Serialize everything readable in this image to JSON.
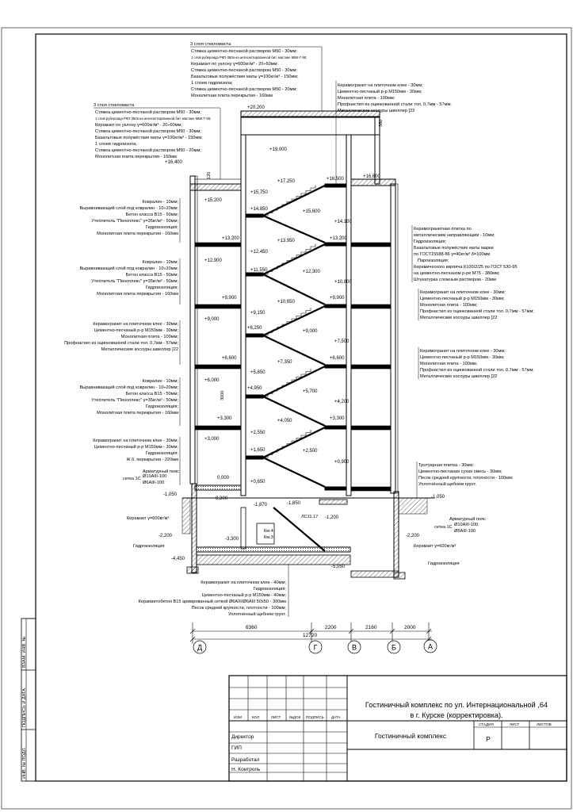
{
  "notes": {
    "roof_high": {
      "title": "3 слоя стекломаста",
      "lines": [
        "Стяжка цементно-песчаной раствором М50 - 30мм;",
        "1 слой рубероида РКП-350а на антисептированной бит. мастике МБК-Г-55;",
        "Керамзит по уклону γ=600кг/м³ - 20÷60мм;",
        "Стяжка цементно-песчаной раствором М50 - 30мм;",
        "Базальтовые полужёсткие маты γ=100кг/м³ - 150мм;",
        "1 слоев гидроизола;",
        "Стяжка цементно-песчаной раствором М50 - 20мм;",
        "Монолитная плита перекрытия - 160мм"
      ]
    },
    "roof_low": {
      "title": "3 слоя стекломаста",
      "lines": [
        "Стяжка цементно-песчаной раствором М50 - 30мм;",
        "1 слой рубероида РКП-350а на антисептированной бит. мастике МБК-Г-55;",
        "Керамзит по уклону γ=600кг/м³ - 20÷60мм;",
        "Стяжка цементно-песчаной раствором М50 - 30мм;",
        "Базальтовые полужёсткие маты γ=100кг/м³ - 150мм;",
        "1 слоев гидроизола;",
        "Стяжка цементно-песчаной раствором М50 - 20мм;",
        "Монолитная плита перекрытия - 160мм"
      ]
    },
    "stair_top": [
      "Керамогранит на плиточном клее - 30мм;",
      "Цементно-песчаный р-р М150мм - 30мм;",
      "Монолитная плита - 100мм;",
      "Профнастил из оцинкованной стали тол. 0,7мм - 57мм;",
      "Металлические косоуры швеллер [22"
    ],
    "floor_a": [
      "Ковралин - 10мм;",
      "Выравнивающий слой под ковралин - 10÷20мм;",
      "Бетон класса В15 - 50мм;",
      "Утеплитель \"Пеноплекс\" γ=35кг/м³ - 50мм;",
      "Гидроизоляция;",
      "Монолитная плита перекрытия - 160мм"
    ],
    "floor_b": [
      "Ковралин - 10мм;",
      "Выравнивающий слой под ковралин - 10÷20мм;",
      "Бетон класса В15 - 50мм;",
      "Утеплитель \"Пеноплекс\" γ=35кг/м³ - 50мм;",
      "Гидроизоляция;",
      "Монолитная плита перекрытия - 160мм"
    ],
    "stair_left": [
      "Керамогранит на плиточном клее - 30мм;",
      "Цементно-песчаный р-р М150мм - 30мм;",
      "Монолитная плита - 100мм;",
      "Профнастил из оцинкованной стали тол. 0,7мм - 57мм;",
      "Металлические косоуры швеллер [22"
    ],
    "floor_c": [
      "Ковралин - 10мм;",
      "Выравнивающий слой под ковралин - 10÷20мм;",
      "Бетон класса В15 - 50мм;",
      "Утеплитель \"Пеноплекс\" γ=35кг/м³ - 50мм;",
      "Гидроизоляция;",
      "Монолитная плита перекрытия - 160мм"
    ],
    "floor_ground": [
      "Керамогранит на плиточном клее - 30мм;",
      "Цементно-песчаный р-р М150мм - 30мм;",
      "Гидроизоляция;",
      "Ж.б. перекрытия - 220мм"
    ],
    "wall": [
      "Керамогранитная плитка по",
      "металлическим направляющим - 10мм;",
      "Гидроизоляция;",
      "Базальтовые полужёсткие маты марки",
      "по ГОСТ15588-86 γ=40кг/м³ δ=100мм",
      "Пароизоляция;",
      "Керамического кирпича К100/2/25 по ГОСТ 530-95",
      "на цементно-песчаном р-ре М75 - 380мм;",
      "Штукатурка сложным раствором - 20мм"
    ],
    "stair_right_1": [
      "Керамогранит на плиточном клее - 30мм;",
      "Цементно-песчаный р-р М150мм - 30мм;",
      "Монолитная плита - 100мм;",
      "Профнастил из оцинкованной стали тол. 0,7мм - 57мм;",
      "Металлические косоуры швеллер [22"
    ],
    "stair_right_2": [
      "Керамогранит на плиточном клее - 30мм;",
      "Цементно-песчаный р-р М150мм - 30мм;",
      "Монолитная плита - 100мм;",
      "Профнастил из оцинкованной стали тол. 0,7мм - 57мм;",
      "Металлические косоуры швеллер [22"
    ],
    "pavement": [
      "Тротуарная плитка - 30мм;",
      "Цементно-песчаная сухая смесь - 30мм;",
      "Песок средней крупности, плотности - 100мм;",
      "Уплотнённый щебнем грунт."
    ],
    "basement_floor": [
      "Керамогранит на плиточном клее - 40мм;",
      "Гидроизоляция;",
      "Цементно-песчаный р-р М150мм - 40мм;",
      "Керамзитобетон В15 армированный сеткой Ø6AIII/Ø6AIII 50х50 - 300мм",
      "Песок средней крупности, плотности - 100мм;",
      "Уплотнённый щебнем грунт."
    ],
    "armature_left": {
      "title": "Арматурный пояс",
      "label": "сетка 1С",
      "d1": "Ø10AIII-100",
      "d2": "Ø6AIII-100"
    },
    "armature_right": {
      "title": "Арматурный пояс",
      "label": "сетка 1С",
      "d1": "Ø10AIII-100",
      "d2": "Ø6AIII-100"
    },
    "keramzit_left": "Керамзит γ=600кг/м³",
    "keramzit_right": "Керамзит γ=600кг/м³",
    "hydro_left": "Гидроизоляция",
    "hydro_right": "Гидроизоляция",
    "km": [
      "Км.4",
      "Км.3"
    ],
    "ls": "ЛС11.17",
    "dim_3000": "3000",
    "dim_120": "120",
    "dim_380": "380"
  },
  "elevations": {
    "e1": "+20,200",
    "e2": "+19,000",
    "e3": "+16,400",
    "e4": "+17,250",
    "e5": "+16,500",
    "e6": "+16,600",
    "e7": "+15,750",
    "e8": "+15,200",
    "e9": "+14,850",
    "e10": "+15,600",
    "e11": "+14,100",
    "e12": "+13,200",
    "e13": "+13,950",
    "e14": "+13,200",
    "e15": "+12,450",
    "e16": "+12,900",
    "e17": "+11,550",
    "e18": "+12,300",
    "e19": "+10,800",
    "e20": "+10,650",
    "e21": "+9,900",
    "e22": "+9,900",
    "e23": "+9,150",
    "e24": "+9,000",
    "e25": "+8,250",
    "e26": "+9,000",
    "e27": "+7,500",
    "e28": "+7,350",
    "e29": "+6,600",
    "e30": "+6,600",
    "e31": "+5,850",
    "e32": "+6,000",
    "e33": "+4,950",
    "e34": "+5,700",
    "e35": "+4,200",
    "e36": "+4,050",
    "e37": "+3,300",
    "e38": "+3,300",
    "e39": "+2,550",
    "e40": "+3,000",
    "e41": "+1,650",
    "e42": "+2,500",
    "e43": "+0,900",
    "e44": "+0,650",
    "e45": "0,000",
    "e46": "-0,300",
    "e47": "-1,050",
    "e48": "-1,050",
    "e49": "-1,870",
    "e50": "-1,850",
    "e51": "-1,200",
    "e52": "-2,200",
    "e53": "-2,200",
    "e54": "-3,300",
    "e55": "-4,450",
    "e56": "-5,050"
  },
  "dimensions": {
    "d1": "6360",
    "d2": "2200",
    "d3": "2160",
    "d4": "2000",
    "total": "12720"
  },
  "axes": {
    "a1": "Д",
    "a2": "Г",
    "a3": "В",
    "a4": "Б",
    "a5": "А"
  },
  "title_block": {
    "col_izm": "ИЗМ",
    "col_kol": "КОЛ",
    "col_list": "ЛИСТ",
    "col_ndok": "№ДОК",
    "col_podpis": "ПОДПИСЬ",
    "col_data": "ДАТА",
    "role_1": "Директор",
    "role_2": "ГИП",
    "role_3": "Разработал",
    "role_4": "Н. Контроль",
    "project_title_1": "Гостиничный комплекс по ул. Интернациональной ,64",
    "project_title_2": "в г. Курске (корректировка).",
    "sheet_name": "Гостиничный комплекс",
    "stage_label": "СТАДИЯ",
    "sheet_label": "ЛИСТ",
    "sheets_label": "ЛИСТОВ",
    "stage": "Р"
  },
  "side_stamp": {
    "s1": "ВЗАМ. ИНВ. №",
    "s2": "ПОДПИСЬ И ДАТА",
    "s3": "ИНВ. № ПОДЛ."
  }
}
